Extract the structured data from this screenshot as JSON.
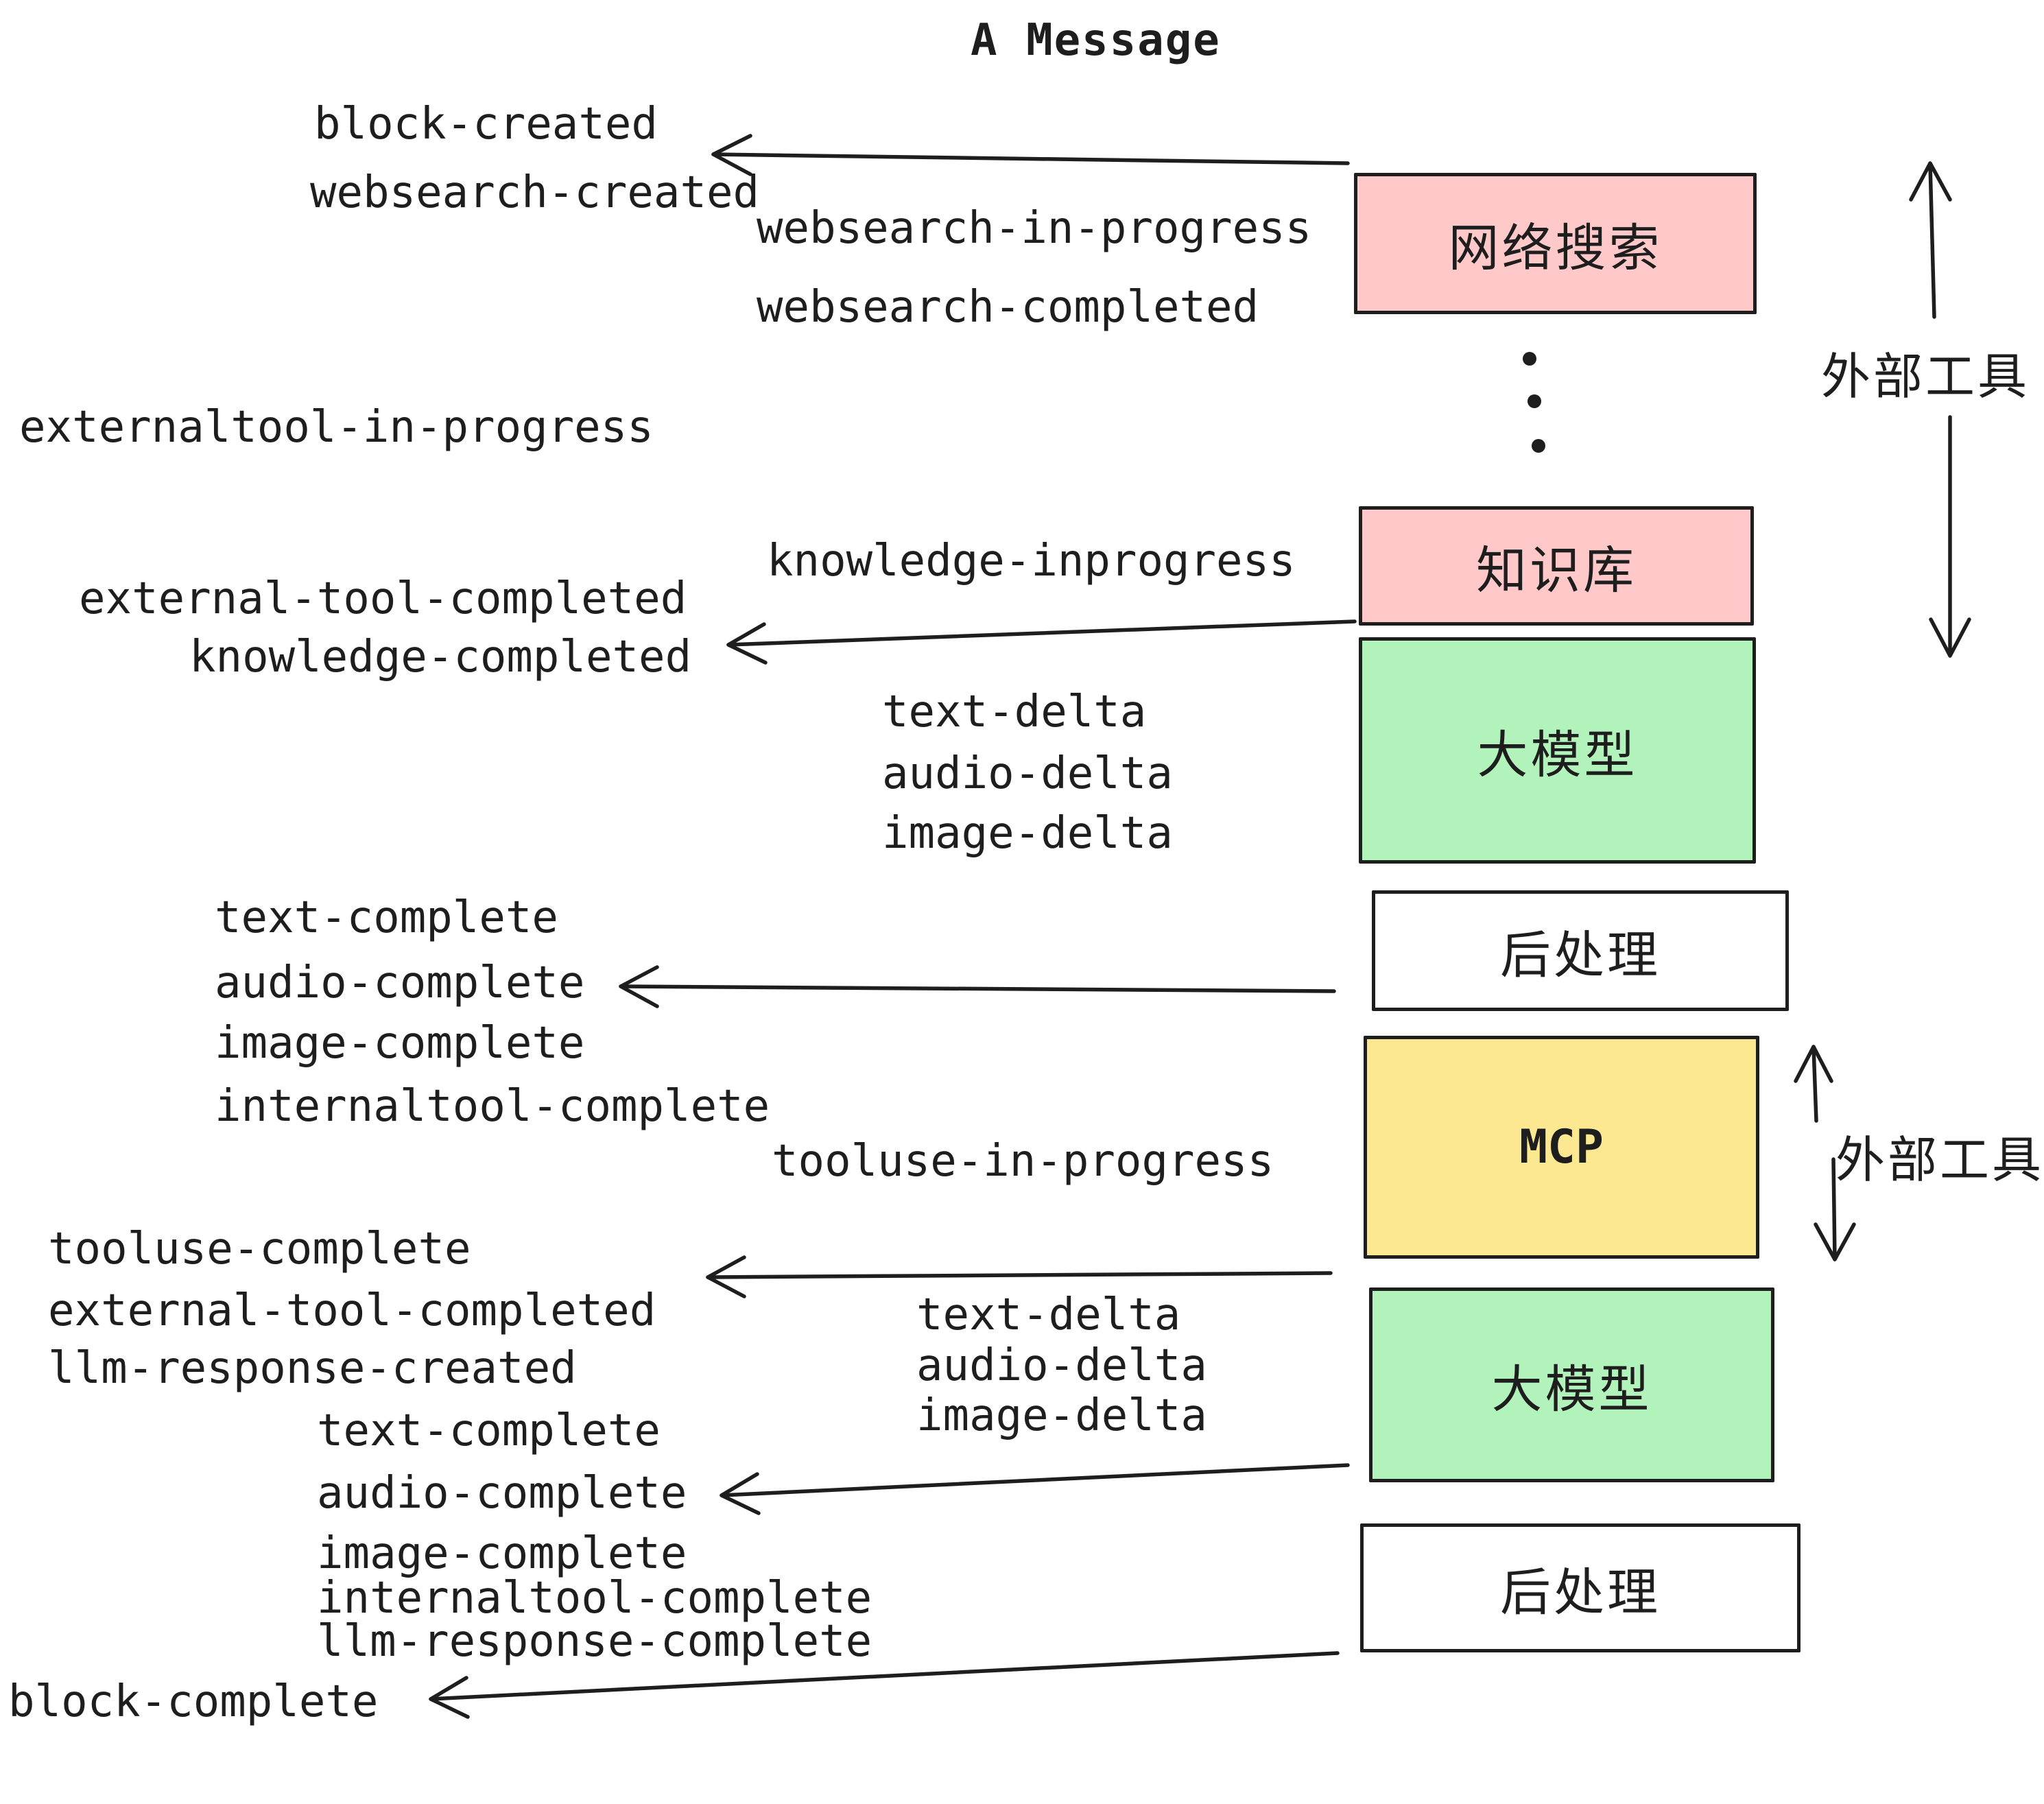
{
  "title": "A Message",
  "colors": {
    "border": "#1e1e1e",
    "text": "#1e1e1e",
    "background": "#ffffff",
    "pink": "#ffc9c9",
    "green": "#b2f2bb",
    "yellow": "#fbe890",
    "white": "#ffffff"
  },
  "boxes": [
    {
      "label": "网络搜索",
      "color": "#ffc9c9"
    },
    {
      "label": "知识库",
      "color": "#ffc9c9"
    },
    {
      "label": "大模型",
      "color": "#b2f2bb"
    },
    {
      "label": "后处理",
      "color": "#ffffff"
    },
    {
      "label": "MCP",
      "color": "#fbe890"
    },
    {
      "label": "大模型",
      "color": "#b2f2bb"
    },
    {
      "label": "后处理",
      "color": "#ffffff"
    }
  ],
  "side_labels": [
    "外部工具",
    "外部工具"
  ],
  "events": [
    "block-created",
    "websearch-created",
    "websearch-in-progress",
    "websearch-completed",
    "externaltool-in-progress",
    "knowledge-inprogress",
    "external-tool-completed",
    "knowledge-completed",
    "text-delta",
    "audio-delta",
    "image-delta",
    "text-complete",
    "audio-complete",
    "image-complete",
    "internaltool-complete",
    "tooluse-in-progress",
    "tooluse-complete",
    "external-tool-completed",
    "llm-response-created",
    "text-delta",
    "audio-delta",
    "image-delta",
    "text-complete",
    "audio-complete",
    "image-complete",
    "internaltool-complete",
    "llm-response-complete",
    "block-complete"
  ]
}
